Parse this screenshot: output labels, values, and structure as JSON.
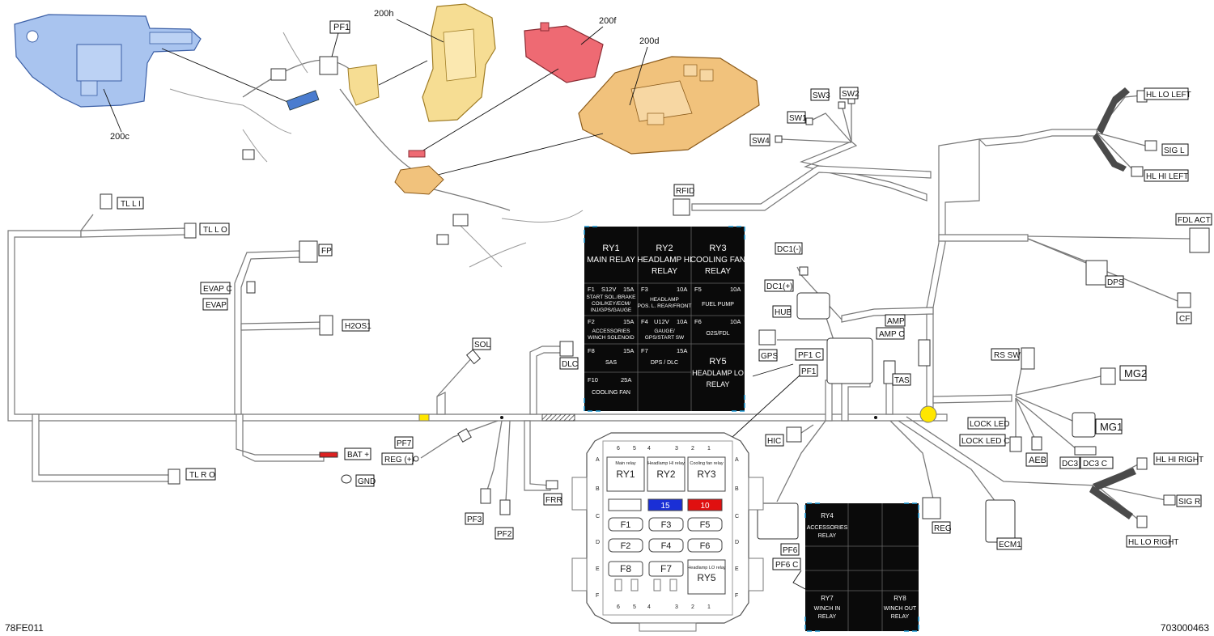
{
  "callouts": {
    "c200h": "200h",
    "c200f": "200f",
    "c200d": "200d",
    "c200c": "200c",
    "pf1_top": "PF1"
  },
  "labels": {
    "tl_l_i": "TL  L  I",
    "tl_l_o": "TL  L  O",
    "fp": "FP",
    "evap_c": "EVAP  C",
    "evap": "EVAP",
    "h2os1": "H2OS1",
    "sol": "SOL",
    "dlc": "DLC",
    "pf7": "PF7",
    "reg_plus": "REG (+)",
    "bat_plus": "BAT +",
    "gnd": "GND",
    "tl_r_o": "TL  R  O",
    "pf3": "PF3",
    "pf2": "PF2",
    "frr": "FRR",
    "rfid": "RFID",
    "sw1": "SW1",
    "sw2": "SW2",
    "sw3": "SW3",
    "sw4": "SW4",
    "dc1_minus": "DC1(-)",
    "dc1_plus": "DC1(+)",
    "hub": "HUB",
    "gps": "GPS",
    "pf1_c": "PF1  C",
    "pf1": "PF1",
    "amp": "AMP",
    "amp_c": "AMP  C",
    "tas": "TAS",
    "hic": "HIC",
    "pf6": "PF6",
    "pf6_c": "PF6  C",
    "reg": "REG",
    "ecm1": "ECM1",
    "hl_lo_left": "HL LO LEFT",
    "sig_l": "SIG  L",
    "hl_hi_left": "HL HI LEFT",
    "fdl_act": "FDL  ACT",
    "dps": "DPS",
    "cf": "CF",
    "rs_sw": "RS  SW",
    "mg2": "MG2",
    "mg1": "MG1",
    "lock_led": "LOCK LED",
    "lock_led_c": "LOCK LED  C",
    "aeb": "AEB",
    "dc3": "DC3",
    "dc3_c": "DC3  C",
    "hl_hi_right": "HL HI RIGHT",
    "sig_r": "SIG  R",
    "hl_lo_right": "HL LO RIGHT"
  },
  "relay_panel": {
    "ry1": {
      "code": "RY1",
      "name": "MAIN RELAY"
    },
    "ry2": {
      "code": "RY2",
      "name1": "HEADLAMP HI",
      "name2": "RELAY"
    },
    "ry3": {
      "code": "RY3",
      "name1": "COOLING FAN",
      "name2": "RELAY"
    },
    "f1": {
      "id": "F1",
      "circuit": "S12V",
      "amps": "15A",
      "desc1": "START SOL./BRAKE",
      "desc2": "COIL/KEY/ECM/",
      "desc3": "INJ/GPS/GAUGE"
    },
    "f3": {
      "id": "F3",
      "amps": "10A",
      "desc1": "HEADLAMP",
      "desc2": "POS. L. REAR/FRONT"
    },
    "f5": {
      "id": "F5",
      "amps": "10A",
      "desc1": "FUEL PUMP"
    },
    "f2": {
      "id": "F2",
      "amps": "15A",
      "desc1": "ACCESSORIES",
      "desc2": "WINCH SOLENOID"
    },
    "f4": {
      "id": "F4",
      "circuit": "U12V",
      "amps": "10A",
      "desc1": "GAUGE/",
      "desc2": "GPS/START SW"
    },
    "f6": {
      "id": "F6",
      "amps": "10A",
      "desc1": "O2S/FDL"
    },
    "f8": {
      "id": "F8",
      "amps": "15A",
      "desc1": "SAS"
    },
    "f7": {
      "id": "F7",
      "amps": "15A",
      "desc1": "DPS / DLC"
    },
    "ry5": {
      "code": "RY5",
      "name1": "HEADLAMP LO",
      "name2": "RELAY"
    },
    "f10": {
      "id": "F10",
      "amps": "25A",
      "desc1": "COOLING FAN"
    }
  },
  "fuse_box": {
    "pins_top": [
      "6",
      "5",
      "4",
      "3",
      "2",
      "1"
    ],
    "pins_bottom": [
      "6",
      "5",
      "4",
      "3",
      "2",
      "1"
    ],
    "rows_left": [
      "A",
      "B",
      "C",
      "D",
      "E",
      "F"
    ],
    "rows_right": [
      "A",
      "B",
      "C",
      "D",
      "E",
      "F"
    ],
    "ry1_caption": "Main relay",
    "ry2_caption": "Headlamp HI relay",
    "ry3_caption": "Cooling fan relay",
    "ry5_caption": "Headlamp LO relay",
    "ry1": "RY1",
    "ry2": "RY2",
    "ry3": "RY3",
    "ry5": "RY5",
    "spare_blue": "15",
    "spare_red": "10",
    "f1": "F1",
    "f2": "F2",
    "f3": "F3",
    "f4": "F4",
    "f5": "F5",
    "f6": "F6",
    "f7": "F7",
    "f8": "F8",
    "colors": {
      "blue": "#1a2fd6",
      "red": "#e01010"
    }
  },
  "aux_panel": {
    "ry4": {
      "code": "RY4",
      "name1": "ACCESSORIES",
      "name2": "RELAY"
    },
    "ry7": {
      "code": "RY7",
      "name1": "WINCH IN",
      "name2": "RELAY"
    },
    "ry8": {
      "code": "RY8",
      "name1": "WINCH OUT",
      "name2": "RELAY"
    }
  },
  "footer": {
    "left_code": "78FE011",
    "right_code": "703000463"
  },
  "colors": {
    "bracket_blue": "#a9c4ef",
    "tray_orange": "#f1c27c",
    "cover_red": "#ee6a73",
    "bracket_yellow": "#f6dd93",
    "marker_yellow": "#ffe600",
    "panel_accent": "#1e9bd7"
  }
}
